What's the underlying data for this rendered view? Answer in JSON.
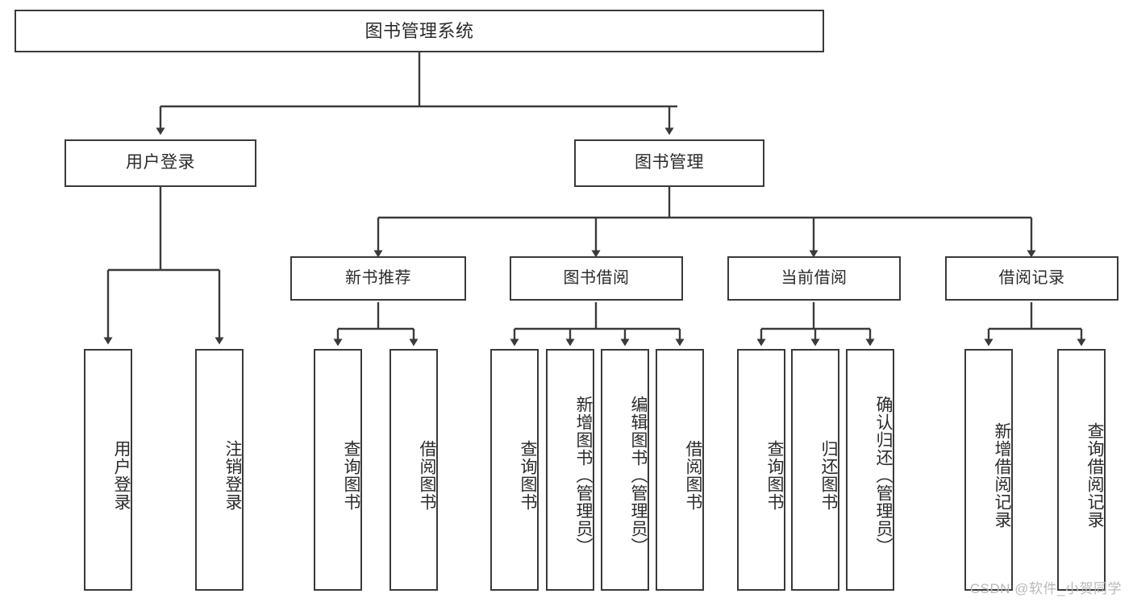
{
  "diagram": {
    "title": "图书管理系统",
    "type": "hierarchy-tree",
    "stroke_color": "#3a3a3a",
    "fill_color": "#ffffff",
    "text_color": "#2b2b2b",
    "nodes": {
      "root": {
        "label": "图书管理系统"
      },
      "level1": [
        {
          "label": "用户登录"
        },
        {
          "label": "图书管理"
        }
      ],
      "level2": [
        {
          "label": "新书推荐"
        },
        {
          "label": "图书借阅"
        },
        {
          "label": "当前借阅"
        },
        {
          "label": "借阅记录"
        }
      ],
      "leaves_user_login": [
        {
          "label": "用户登录"
        },
        {
          "label": "注销登录"
        }
      ],
      "leaves_new_book": [
        {
          "label": "查询图书"
        },
        {
          "label": "借阅图书"
        }
      ],
      "leaves_borrow": [
        {
          "label": "查询图书"
        },
        {
          "label": "新增图书（管理员）"
        },
        {
          "label": "编辑图书（管理员）"
        },
        {
          "label": "借阅图书"
        }
      ],
      "leaves_current": [
        {
          "label": "查询图书"
        },
        {
          "label": "归还图书"
        },
        {
          "label": "确认归还（管理员）"
        }
      ],
      "leaves_record": [
        {
          "label": "新增借阅记录"
        },
        {
          "label": "查询借阅记录"
        }
      ]
    }
  },
  "watermark": {
    "text": "CSDN @软件_小贺同学"
  }
}
